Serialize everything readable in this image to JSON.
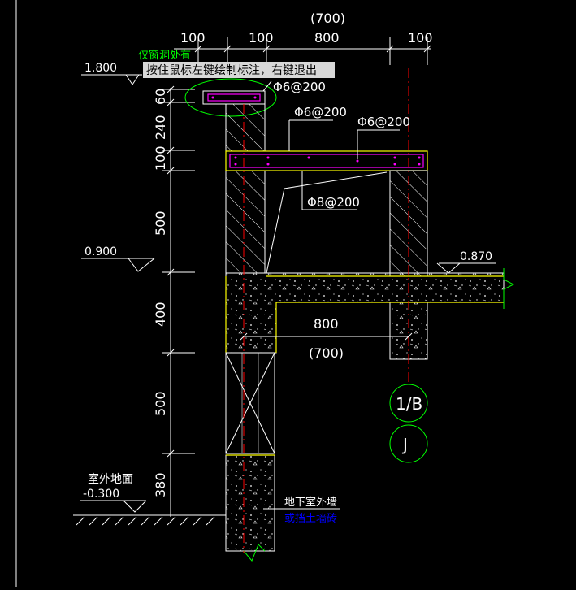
{
  "tooltip": "按住鼠标左键绘制标注，右键退出",
  "green_note": "仅窗洞处有",
  "dimensions_top": {
    "total": "(700)",
    "a": "100",
    "b": "100",
    "c": "800",
    "d": "100"
  },
  "elevations": {
    "top": "1.800",
    "sill": "0.900",
    "floor": "0.870",
    "ground_label": "室外地面",
    "ground": "-0.300"
  },
  "dimensions_left": {
    "d60": "60",
    "d240": "240",
    "d100": "100",
    "d500a": "500",
    "d400": "400",
    "d500b": "500",
    "d380": "380"
  },
  "rebar": {
    "r1": "Φ6@200",
    "r2": "Φ6@200",
    "r3": "Φ6@200",
    "r4": "Φ8@200"
  },
  "dimensions_mid": {
    "span": "800",
    "span_alt": "(700)"
  },
  "grid_labels": {
    "axis": "1/B",
    "axis2": "J"
  },
  "notes": {
    "wall": "地下室外墙",
    "wall2": "或挡土墙砖"
  },
  "colors": {
    "background": "#000000",
    "lines": "#ffffff",
    "slab": "#ffff00",
    "rebar": "#ff00ff",
    "axis": "#ff0000",
    "circle": "#00ff00",
    "note_green": "#00ff00",
    "note_blue": "#0000ff",
    "tooltip_bg": "#d8d8d8"
  }
}
